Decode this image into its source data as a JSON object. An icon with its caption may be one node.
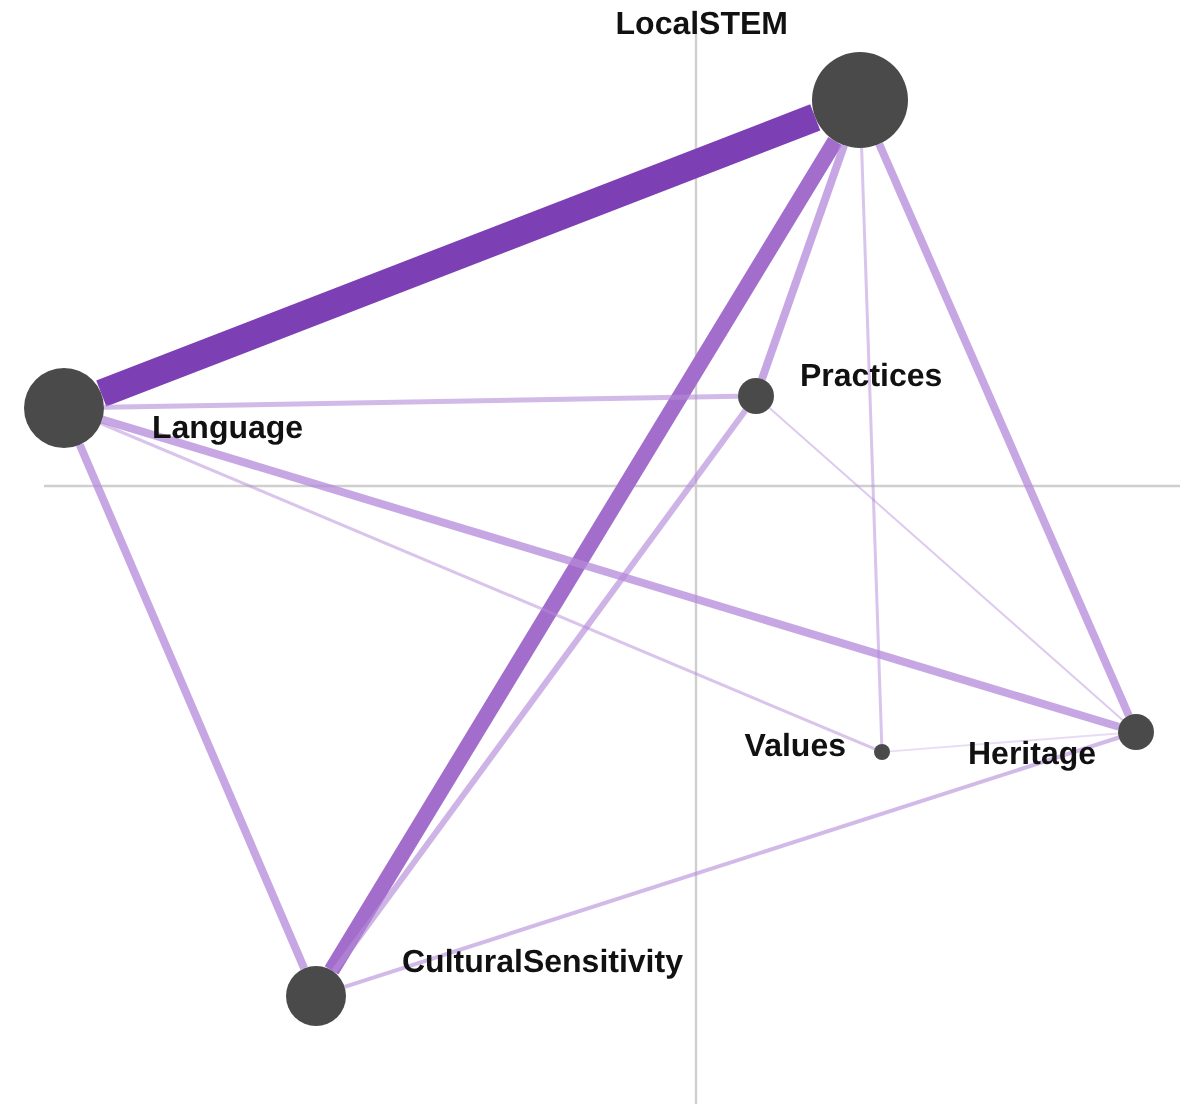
{
  "diagram": {
    "nodes": [
      {
        "text": [
          "LocalSTEM"
        ]
      },
      {
        "text": [
          "Language"
        ]
      },
      {
        "text": [
          "Practices"
        ]
      },
      {
        "text": [
          "Values"
        ]
      },
      {
        "text": [
          "Heritage"
        ]
      },
      {
        "text": [
          "CulturalSensitivity"
        ]
      }
    ],
    "edges": [
      {
        "from": 0,
        "to": 1,
        "arrow": "none",
        "style": "thick",
        "color": "#7c3fb4"
      },
      {
        "from": 0,
        "to": 5,
        "arrow": "none",
        "style": "thick",
        "color": "#a36ecb"
      },
      {
        "from": 0,
        "to": 2,
        "arrow": "none"
      },
      {
        "from": 0,
        "to": 3,
        "arrow": "none"
      },
      {
        "from": 0,
        "to": 4,
        "arrow": "none"
      },
      {
        "from": 1,
        "to": 2,
        "arrow": "none"
      },
      {
        "from": 1,
        "to": 4,
        "arrow": "none"
      },
      {
        "from": 1,
        "to": 3,
        "arrow": "none"
      },
      {
        "from": 1,
        "to": 5,
        "arrow": "none"
      },
      {
        "from": 2,
        "to": 5,
        "arrow": "none"
      },
      {
        "from": 2,
        "to": 4,
        "arrow": "none"
      },
      {
        "from": 3,
        "to": 4,
        "arrow": "none"
      },
      {
        "from": 5,
        "to": 4,
        "arrow": "none"
      }
    ]
  }
}
